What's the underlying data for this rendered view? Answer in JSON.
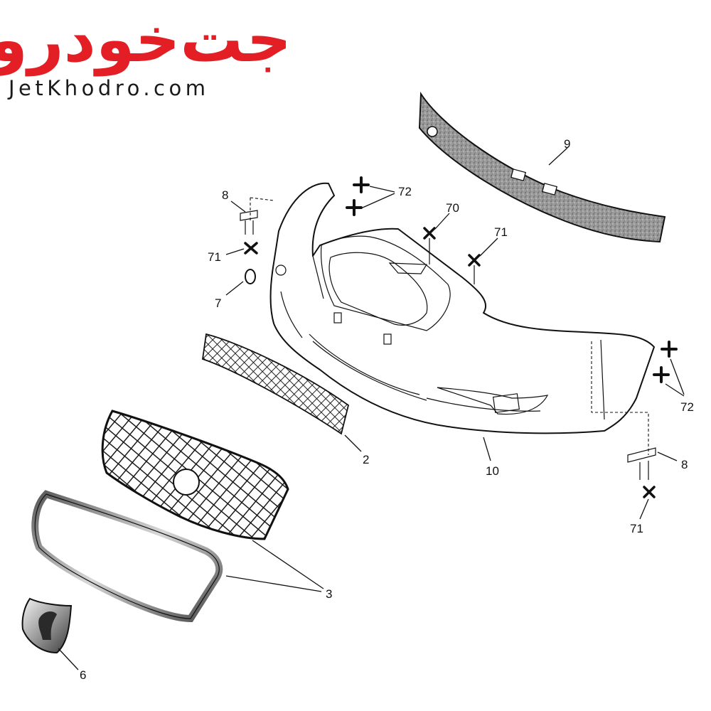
{
  "logo": {
    "persian_text": "جت‌خودرو",
    "latin_text": "JetKhodro.com",
    "color": "#e31e24"
  },
  "callouts": [
    {
      "id": "label-9",
      "text": "9"
    },
    {
      "id": "label-72-top",
      "text": "72"
    },
    {
      "id": "label-8-top",
      "text": "8"
    },
    {
      "id": "label-70",
      "text": "70"
    },
    {
      "id": "label-71-mid",
      "text": "71"
    },
    {
      "id": "label-71-left",
      "text": "71"
    },
    {
      "id": "label-7",
      "text": "7"
    },
    {
      "id": "label-72-right",
      "text": "72"
    },
    {
      "id": "label-2",
      "text": "2"
    },
    {
      "id": "label-10",
      "text": "10"
    },
    {
      "id": "label-8-right",
      "text": "8"
    },
    {
      "id": "label-71-bottom",
      "text": "71"
    },
    {
      "id": "label-3",
      "text": "3"
    },
    {
      "id": "label-6",
      "text": "6"
    }
  ]
}
